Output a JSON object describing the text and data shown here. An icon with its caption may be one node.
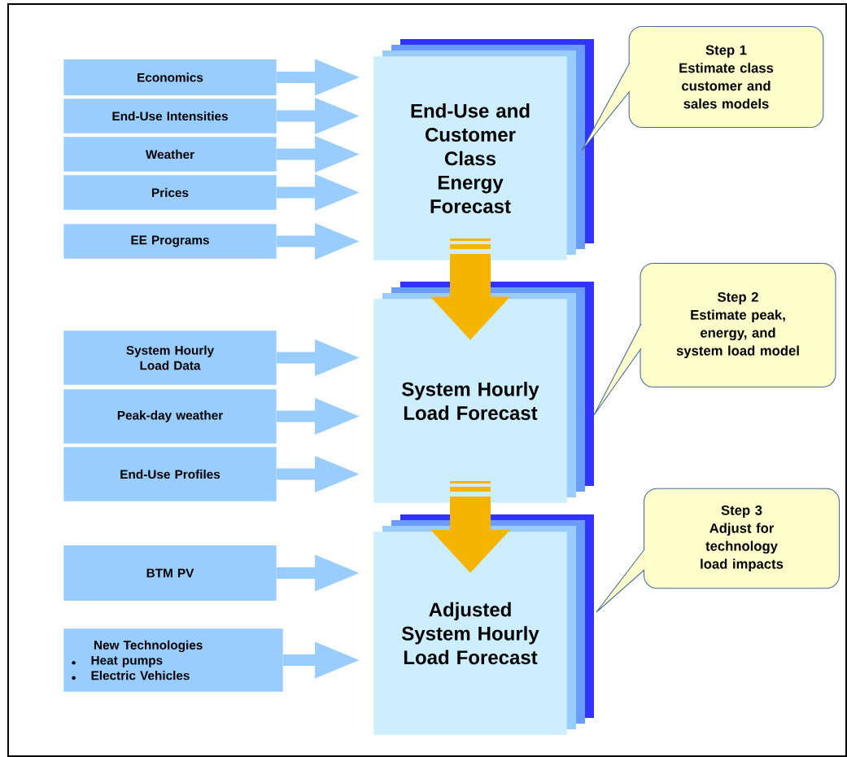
{
  "diagram": {
    "nodes": [
      {
        "text": [
          "Economics"
        ]
      },
      {
        "text": [
          "End-Use Intensities"
        ]
      },
      {
        "text": [
          "Weather"
        ]
      },
      {
        "text": [
          "Prices"
        ]
      },
      {
        "text": [
          "EE Programs"
        ]
      },
      {
        "text": [
          "End-Use and Customer Class Energy Forecast"
        ]
      },
      {
        "text": [
          "Step 1",
          "Estimate class customer and sales models"
        ]
      },
      {
        "text": [
          "System Hourly Load Data"
        ]
      },
      {
        "text": [
          "Peak-day weather"
        ]
      },
      {
        "text": [
          "End-Use Profiles"
        ]
      },
      {
        "text": [
          "System Hourly Load Forecast"
        ]
      },
      {
        "text": [
          "Step 2",
          "Estimate peak, energy, and system load model"
        ]
      },
      {
        "text": [
          "BTM PV"
        ]
      },
      {
        "text": [
          "New Technologies",
          "Heat pumps",
          "Electric Vehicles"
        ]
      },
      {
        "text": [
          "Adjusted System Hourly Load Forecast"
        ]
      },
      {
        "text": [
          "Step 3",
          "Adjust for technology load impacts"
        ]
      }
    ],
    "edges": [
      {
        "from": 0,
        "to": 5,
        "arrow": "to"
      },
      {
        "from": 1,
        "to": 5,
        "arrow": "to"
      },
      {
        "from": 2,
        "to": 5,
        "arrow": "to"
      },
      {
        "from": 3,
        "to": 5,
        "arrow": "to"
      },
      {
        "from": 4,
        "to": 5,
        "arrow": "to"
      },
      {
        "from": 5,
        "to": 10,
        "arrow": "to",
        "style": "thick",
        "color": "#f5b400"
      },
      {
        "from": 7,
        "to": 10,
        "arrow": "to"
      },
      {
        "from": 8,
        "to": 10,
        "arrow": "to"
      },
      {
        "from": 9,
        "to": 10,
        "arrow": "to"
      },
      {
        "from": 10,
        "to": 14,
        "arrow": "to",
        "style": "thick",
        "color": "#f5b400"
      },
      {
        "from": 12,
        "to": 14,
        "arrow": "to"
      },
      {
        "from": 13,
        "to": 14,
        "arrow": "to"
      }
    ]
  }
}
